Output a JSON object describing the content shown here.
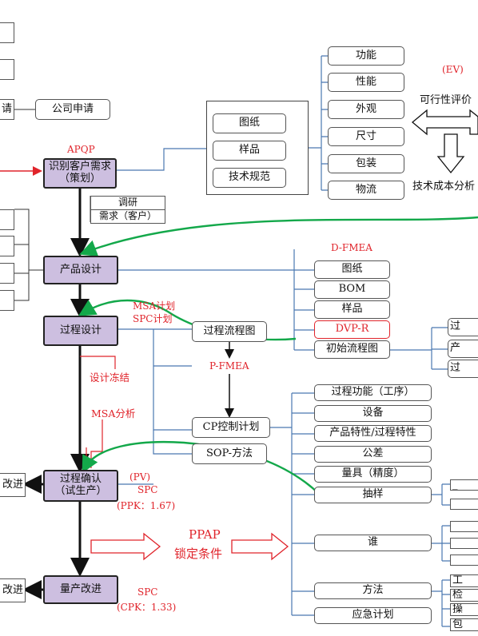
{
  "left": {
    "gs_apply": "请",
    "company_apply": "公司申请"
  },
  "flow": {
    "apqp": "APQP",
    "identify_1": "识别客户需求",
    "identify_2": "（策划）",
    "research": "调研",
    "demand": "需求（客户）",
    "product_design": "产品设计",
    "process_design": "过程设计",
    "design_freeze": "设计冻结",
    "msa_analysis": "MSA分析",
    "process_confirm_1": "过程确认",
    "process_confirm_2": "（试生产）",
    "mass_improve": "量产改进",
    "improve_cut": "改进",
    "improve_cut2": "改进"
  },
  "inputs": {
    "drawing": "图纸",
    "sample": "样品",
    "tech_spec": "技术规范"
  },
  "features": [
    "功能",
    "性能",
    "外观",
    "尺寸",
    "包装",
    "物流"
  ],
  "ev": {
    "ev_label": "(EV)",
    "feasibility": "可行性评价",
    "cost_analysis": "技术成本分析"
  },
  "dfmea": {
    "label": "D-FMEA",
    "items": [
      "图纸",
      "BOM",
      "样品",
      "DVP-R",
      "初始流程图"
    ],
    "right_cut": [
      "过",
      "产",
      "过"
    ]
  },
  "process": {
    "msa_plan": "MSA计划",
    "spc_plan": "SPC计划",
    "flowchart": "过程流程图",
    "pfmea": "P-FMEA",
    "cp": "CP控制计划",
    "sop": "SOP-方法"
  },
  "cp_items": [
    "过程功能（工序）",
    "设备",
    "产品特性/过程特性",
    "公差",
    "量具（精度）",
    "抽样",
    "谁",
    "方法",
    "应急计划"
  ],
  "spc": {
    "pv": "(PV)",
    "spc1": "SPC",
    "ppk": "(PPK：1.67)",
    "spc2": "SPC",
    "cpk": "(CPK：1.33)"
  },
  "ppap": {
    "line1": "PPAP",
    "line2": "锁定条件"
  },
  "method_cut": [
    "工",
    "检",
    "操",
    "包"
  ],
  "sampling_cut": [
    "_",
    ""
  ]
}
